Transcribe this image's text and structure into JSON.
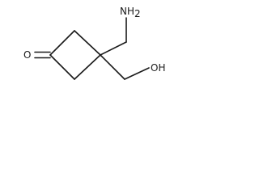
{
  "molecule": {
    "labels": {
      "carbonyl_oxygen": "O",
      "amine": "NH",
      "amine_subscript": "2",
      "hydroxyl": "OH"
    },
    "colors": {
      "bond": "#1a1a1a",
      "label": "#1a1a1a",
      "background": "#ffffff"
    }
  }
}
